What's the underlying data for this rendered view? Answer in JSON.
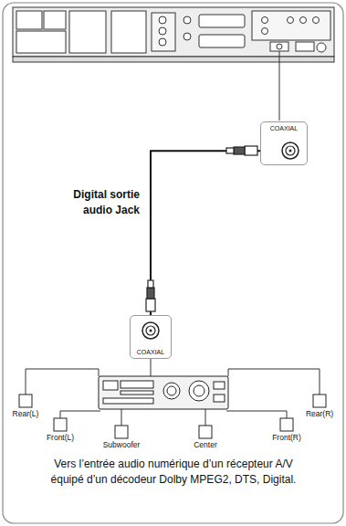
{
  "diagram": {
    "caption": "Vers l’entrée audio numérique d’un récepteur A/V équipé d’un décodeur Dolby MPEG2, DTS, Digital.",
    "nodes": [
      {
        "text": [
          "COAXIAL"
        ]
      },
      {
        "text": [
          "COAXIAL"
        ]
      }
    ],
    "edges": [
      {
        "from": 0,
        "to": 1,
        "arrow": "none",
        "label": "Digital sortie audio Jack"
      }
    ],
    "labels": [
      "Rear(L)",
      "Front(L)",
      "Subwoofer",
      "Center",
      "Front(R)",
      "Rear(R)"
    ]
  }
}
